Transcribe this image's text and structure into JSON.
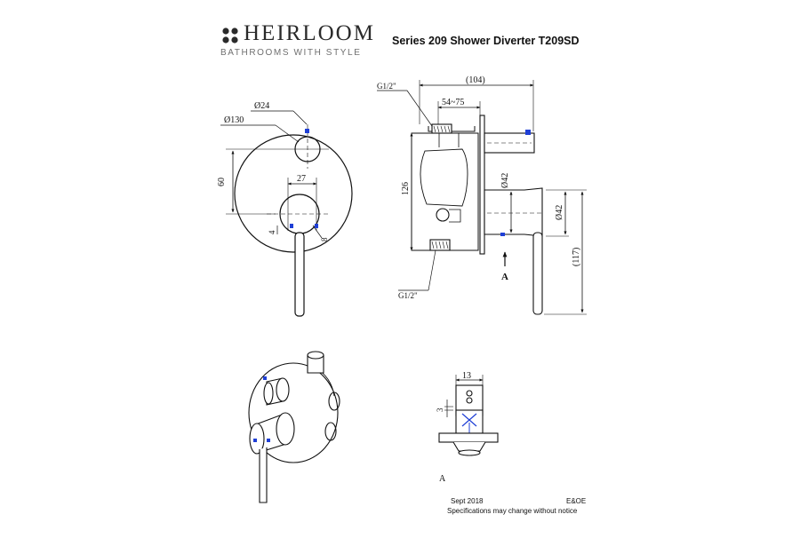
{
  "brand": {
    "name": "HEIRLOOM",
    "tagline": "BATHROOMS WITH STYLE"
  },
  "title": "Series 209 Shower Diverter T209SD",
  "colors": {
    "line": "#111111",
    "accent_blue": "#1f3fd6",
    "brand_text": "#2a2a2a",
    "tagline_text": "#6f6f6f"
  },
  "front_view": {
    "dim_d24": "Ø24",
    "dim_d130": "Ø130",
    "dim_60": "60",
    "dim_27": "27",
    "dim_4": "4",
    "dim_8": "8"
  },
  "side_view": {
    "thread_top": "G1/2\"",
    "thread_bottom": "G1/2\"",
    "dim_104": "(104)",
    "dim_54_75": "54~75",
    "dim_126": "126",
    "dim_d42_a": "Ø42",
    "dim_d42_b": "Ø42",
    "dim_117": "(117)",
    "arrow_label": "A"
  },
  "detail_view": {
    "dim_13": "13",
    "dim_3": "3",
    "label": "A"
  },
  "footer": {
    "date": "Sept 2018",
    "eoe": "E&OE",
    "note": "Specifications may change without notice"
  }
}
